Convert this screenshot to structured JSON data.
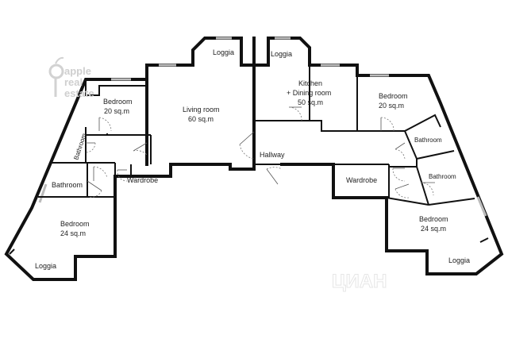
{
  "logo": {
    "line1": "apple",
    "line2": "real",
    "line3": "estate"
  },
  "watermark": "ЦИАН",
  "rooms": {
    "loggia_top_left": "Loggia",
    "loggia_top_right": "Loggia",
    "kitchen_line1": "Kitchen",
    "kitchen_line2": "+ Dining room",
    "kitchen_area": "50 sq.m",
    "living_name": "Living room",
    "living_area": "60 sq.m",
    "bedroom_tl_name": "Bedroom",
    "bedroom_tl_area": "20 sq.m",
    "bedroom_tr_name": "Bedroom",
    "bedroom_tr_area": "20 sq.m",
    "bathroom_left_vertical": "Bathroom",
    "bathroom_left": "Bathroom",
    "wardrobe_left": "Wardrobe",
    "hallway": "Hallway",
    "wardrobe_right": "Wardrobe",
    "bathroom_right_top": "Bathroom",
    "bathroom_right_bottom": "Bathroom",
    "bedroom_bl_name": "Bedroom",
    "bedroom_bl_area": "24 sq.m",
    "bedroom_br_name": "Bedroom",
    "bedroom_br_area": "24 sq.m",
    "loggia_bottom_left": "Loggia",
    "loggia_bottom_right": "Loggia"
  }
}
